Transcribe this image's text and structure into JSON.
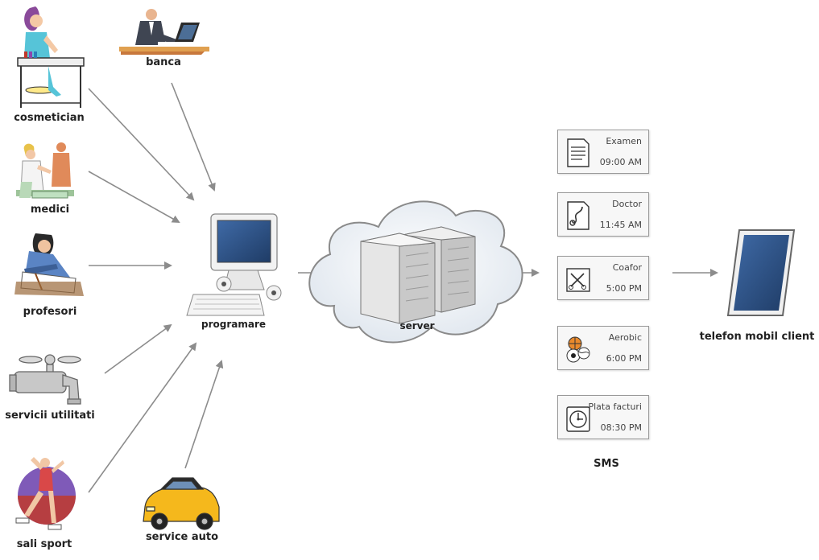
{
  "sources": [
    {
      "id": "cosmetician",
      "label": "cosmetician"
    },
    {
      "id": "banca",
      "label": "banca"
    },
    {
      "id": "medici",
      "label": "medici"
    },
    {
      "id": "profesori",
      "label": "profesori"
    },
    {
      "id": "servicii",
      "label": "servicii utilitati"
    },
    {
      "id": "sali",
      "label": "sali sport"
    },
    {
      "id": "auto",
      "label": "service auto"
    }
  ],
  "hub": {
    "label": "programare"
  },
  "server": {
    "label": "server"
  },
  "client": {
    "label": "telefon mobil client"
  },
  "sms": {
    "label": "SMS",
    "messages": [
      {
        "title": "Examen",
        "time": "09:00 AM",
        "icon": "document-icon"
      },
      {
        "title": "Doctor",
        "time": "11:45 AM",
        "icon": "stethoscope-icon"
      },
      {
        "title": "Coafor",
        "time": "5:00 PM",
        "icon": "scissors-icon"
      },
      {
        "title": "Aerobic",
        "time": "6:00 PM",
        "icon": "sports-balls-icon"
      },
      {
        "title": "Plata facturi",
        "time": "08:30 PM",
        "icon": "clock-icon"
      }
    ]
  },
  "colors": {
    "arrow": "#8c8c8c",
    "screen": "#2e5385",
    "cloud": "#eef2f6"
  }
}
